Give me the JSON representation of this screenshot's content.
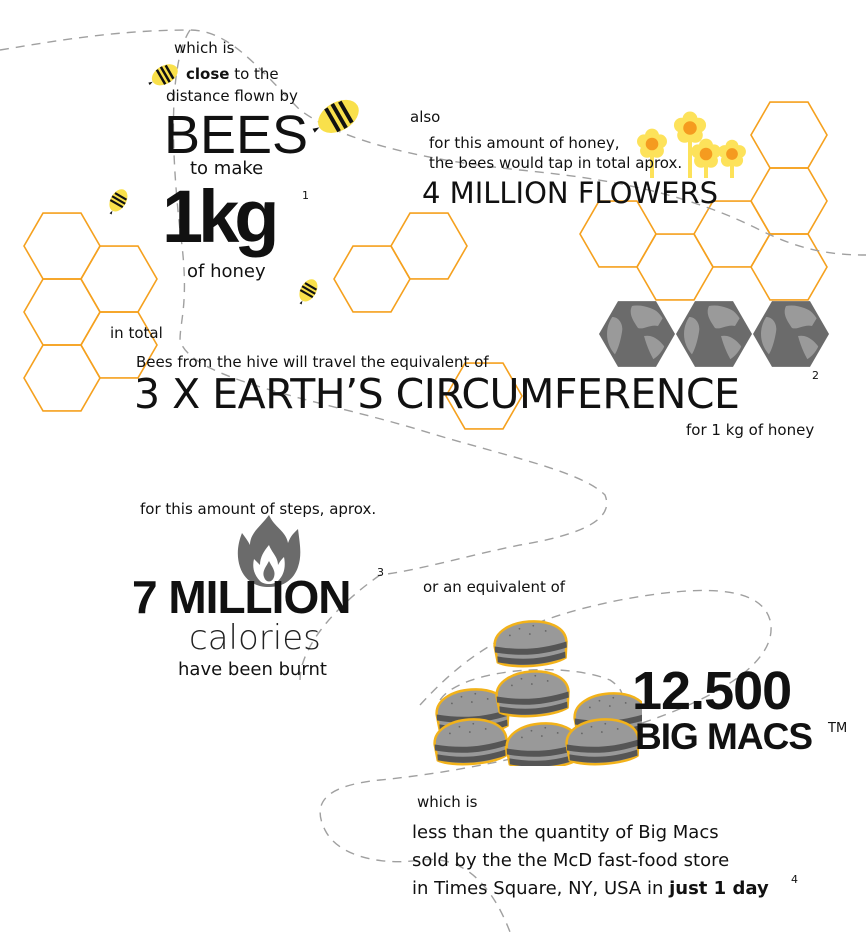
{
  "colors": {
    "honeycomb": "#F5A11F",
    "bee_yellow": "#F9E04B",
    "flower_petal": "#FDE25A",
    "flower_center": "#F59B1F",
    "gray_icon": "#6B6B6B",
    "gray_light": "#9A9A9A",
    "burger_outline": "#F2B21A",
    "dash": "#A0A0A0",
    "text": "#111111"
  },
  "section_bees": {
    "which_is": "which is",
    "close": "close",
    "to_the": " to the",
    "distance_flown_by": "distance flown by",
    "bees": "BEES",
    "to_make": "to make",
    "amount": "1kg",
    "footnote": "1",
    "of_honey": "of honey"
  },
  "section_flowers": {
    "also": "also",
    "line1": "for this amount of honey,",
    "line2": "the bees would tap in total aprox.",
    "headline": "4 MILLION FLOWERS"
  },
  "section_earth": {
    "in_total": "in total",
    "intro": "Bees from the hive will travel the equivalent of",
    "headline": "3 X EARTH’S CIRCUMFERENCE",
    "footnote": "2",
    "caption": "for 1 kg of honey"
  },
  "section_calories": {
    "intro": "for this amount of steps, aprox.",
    "headline": "7 MILLION",
    "footnote": "3",
    "unit": "calories",
    "caption": "have been burnt"
  },
  "section_bigmacs": {
    "intro": "or an equivalent of",
    "number": "12.500",
    "label": "BIG MACS",
    "trademark": "TM"
  },
  "section_timessquare": {
    "which_is": "which is",
    "line1": "less than the quantity of Big Macs",
    "line2": "sold by the the McD fast-food store",
    "line3_prefix": "in Times Square, NY, USA in ",
    "line3_bold": "just 1 day",
    "footnote": "4"
  },
  "icons": [
    "bee-icon",
    "honeycomb-icon",
    "flower-icon",
    "earth-globe-icon",
    "flame-icon",
    "burger-icon"
  ]
}
